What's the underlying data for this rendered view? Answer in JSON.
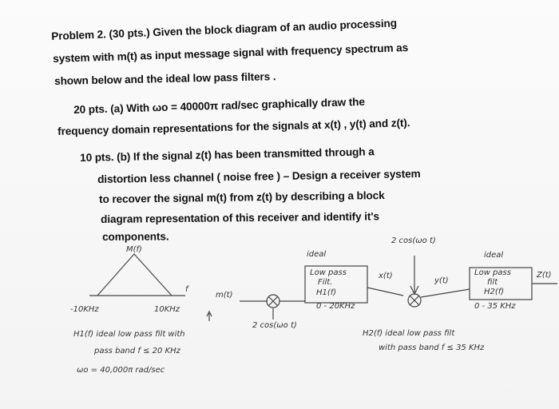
{
  "problem": {
    "header_line1": "Problem 2. (30 pts.) Given the block diagram of an audio processing",
    "header_line2": "system with m(t) as input message signal with frequency spectrum as",
    "header_line3": "shown below and the ideal low pass filters .",
    "part_a_line1": "20 pts. (a)  With ωo = 40000π rad/sec graphically draw the",
    "part_a_line2": "frequency domain representations for the signals at x(t) , y(t) and z(t).",
    "part_b_line1": "10 pts. (b) If the signal z(t) has been transmitted through a",
    "part_b_line2": "distortion less channel ( noise free ) – Design a receiver system",
    "part_b_line3": "to recover the signal m(t) from z(t) by describing a block",
    "part_b_line4": "diagram representation of this receiver and identify it's",
    "part_b_line5": "components."
  },
  "diagram": {
    "spectrum_label": "M(f)",
    "spectrum_left": "-10KHz",
    "spectrum_right": "10KHz",
    "freq_axis": "f",
    "input": "m(t)",
    "multiplier1_signal": "2 cos(ωo t)",
    "filter1_top": "ideal",
    "filter1_line1": "Low pass",
    "filter1_line2": "Filt.",
    "filter1_line3": "H1(f)",
    "filter1_range": "0 - 20KHz",
    "signal_x": "x(t)",
    "multiplier2_signal": "2 cos(ωo t)",
    "signal_y": "y(t)",
    "filter2_top": "ideal",
    "filter2_line1": "Low pass",
    "filter2_line2": "filt",
    "filter2_line3": "H2(f)",
    "filter2_range": "0 - 35 KHz",
    "output": "Z(t)"
  },
  "notes": {
    "note1_line1": "H1(f) ideal low pass filt with",
    "note1_line2": "pass band f ≤ 20 KHz",
    "note2_line1": "H2(f) ideal low pass filt",
    "note2_line2": "with pass band f ≤ 35 KHz",
    "note3": "ωo = 40,000π rad/sec"
  }
}
